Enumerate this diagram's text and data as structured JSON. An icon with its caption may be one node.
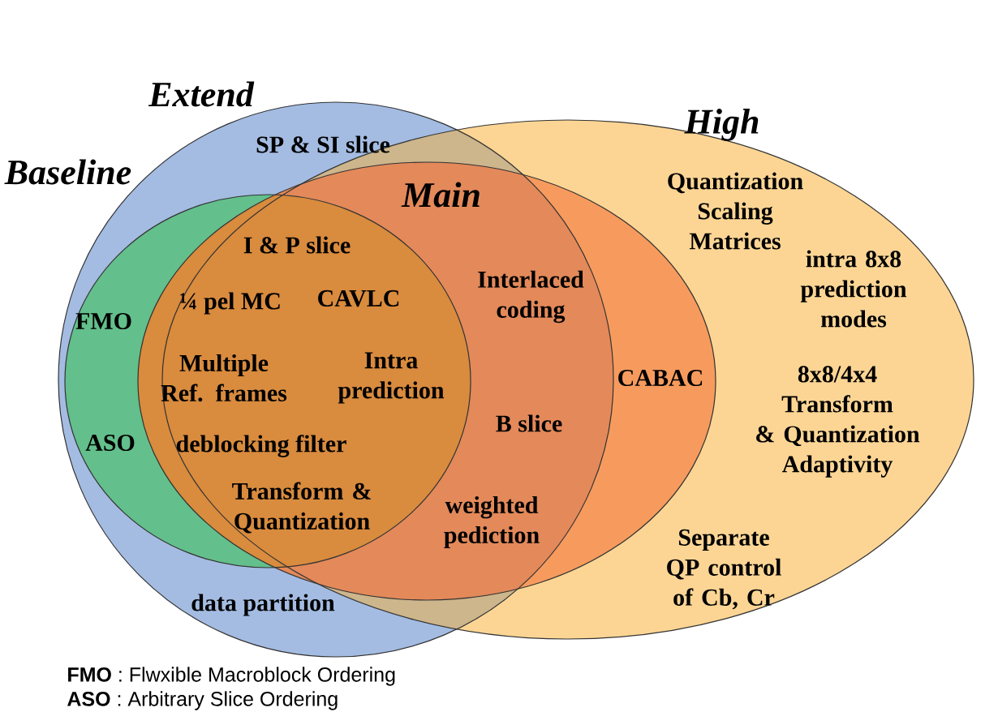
{
  "diagram": {
    "nodes": [
      {
        "text": [
          "Extend"
        ]
      },
      {
        "text": [
          "High"
        ]
      },
      {
        "text": [
          "Main"
        ],
        "in": 1
      },
      {
        "text": [
          "Baseline"
        ],
        "in": 0
      }
    ],
    "labels": [
      "SP & SI slice",
      "Quantization Scaling Matrices",
      "I & P slice",
      "intra 8x8 prediction modes",
      "Interlaced coding",
      "¼ pel MC",
      "CAVLC",
      "FMO",
      "Multiple Ref. frames",
      "Intra prediction",
      "CABAC",
      "8x8/4x4 Transform & Quantization Adaptivity",
      "B slice",
      "ASO",
      "deblocking filter",
      "Transform & Quantization",
      "weighted pediction",
      "Separate QP control of Cb, Cr",
      "data partition",
      "**FMO** : Flwxible Macroblock Ordering",
      "**ASO** : Arbitrary Slice Ordering"
    ]
  }
}
